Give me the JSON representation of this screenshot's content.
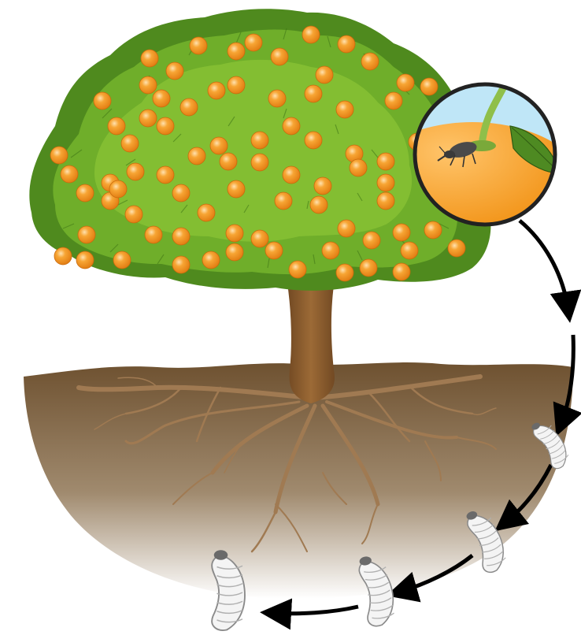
{
  "diagram": {
    "subject": "citrus-weevil-life-cycle",
    "stages": [
      {
        "id": "adult",
        "icon": "weevil-on-fruit-icon"
      },
      {
        "id": "larva-1",
        "icon": "grub-icon"
      },
      {
        "id": "larva-2",
        "icon": "grub-icon"
      },
      {
        "id": "larva-3",
        "icon": "grub-icon"
      },
      {
        "id": "larva-4",
        "icon": "grub-icon"
      }
    ],
    "colors": {
      "leaf_dark": "#4f8a1e",
      "leaf_mid": "#6fae2a",
      "leaf_light": "#9acd3c",
      "fruit": "#f49a1e",
      "fruit_highlight": "#ffd99a",
      "trunk": "#8a5a2b",
      "soil_top": "#6e5130",
      "soil_bottom": "#ffffff",
      "root": "#9a7650",
      "arrow": "#000000",
      "grub": "#f4f4f4",
      "sky": "#bfe6f7"
    }
  }
}
